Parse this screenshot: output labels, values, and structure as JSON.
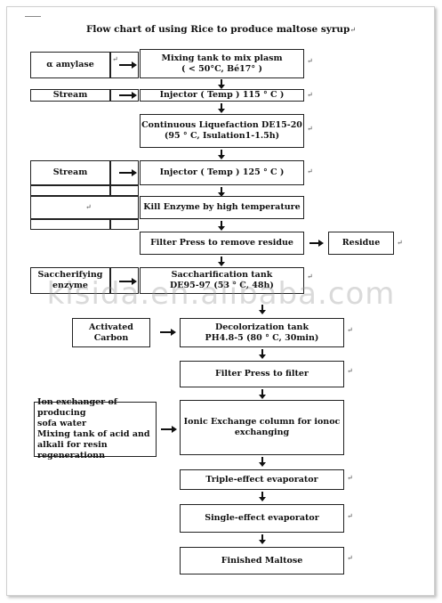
{
  "title": "Flow chart of using Rice to produce maltose syrup",
  "watermark": "kisida.en.alibaba.com",
  "para_mark": "↵",
  "steps": {
    "mixing": {
      "line1": "Mixing tank to mix plasm",
      "line2": "( < 50°C, Bé17° )"
    },
    "injector1": {
      "text": "Injector  ( Temp ) 115 ° C )"
    },
    "liquefaction": {
      "line1": "Continuous Liquefaction DE15-20",
      "line2": "(95 ° C, Isulation1-1.5h)"
    },
    "injector2": {
      "text": "Injector  ( Temp ) 125 ° C )"
    },
    "kill": {
      "text": "Kill Enzyme by high temperature"
    },
    "filter1": {
      "text": "Filter Press to remove residue"
    },
    "saccharification": {
      "line1": "Saccharification tank",
      "line2": "DE95-97 (53 ° C, 48h)"
    },
    "decolorization": {
      "line1": "Decolorization tank",
      "line2": "PH4.8-5 (80 ° C,  30min)"
    },
    "filter2": {
      "text": "Filter Press to filter"
    },
    "ionic": {
      "line1": "Ionic Exchange column for ionoc",
      "line2": "exchanging"
    },
    "triple": {
      "text": "Triple-effect evaporator"
    },
    "single": {
      "text": "Single-effect evaporator"
    },
    "finished": {
      "text": "Finished Maltose"
    }
  },
  "inputs": {
    "amylase": "α amylase",
    "stream1": "Stream",
    "stream2": "Stream",
    "enzyme": {
      "line1": "Saccherifying",
      "line2": "enzyme"
    },
    "carbon": {
      "line1": "Activated",
      "line2": "Carbon"
    },
    "ion": {
      "line1": "Ion exchanger of producing",
      "line2": "sofa water",
      "line3": "Mixing tank of acid and",
      "line4": "alkali for resin regenerationn"
    }
  },
  "outputs": {
    "residue": "Residue"
  }
}
